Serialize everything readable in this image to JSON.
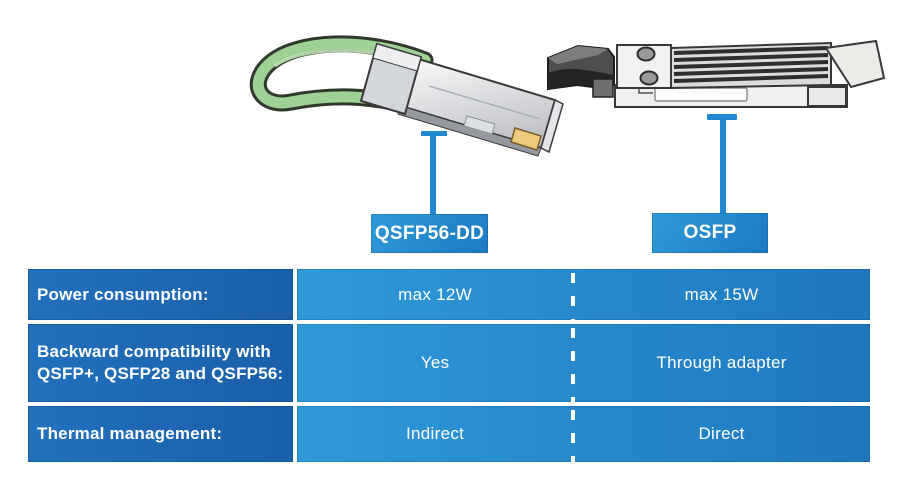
{
  "page": {
    "background": "#ffffff"
  },
  "modules": {
    "left": {
      "label": "QSFP56-DD",
      "image": "qsfp56-dd-transceiver-illustration"
    },
    "right": {
      "label": "OSFP",
      "image": "osfp-transceiver-illustration"
    }
  },
  "comparison_table": {
    "rows": [
      {
        "label_lines": [
          "Power consumption:"
        ],
        "values": [
          "max 12W",
          "max 15W"
        ]
      },
      {
        "label_lines": [
          "Backward compatibility with",
          "QSFP+, QSFP28 and QSFP56:"
        ],
        "values": [
          "Yes",
          "Through adapter"
        ]
      },
      {
        "label_lines": [
          "Thermal management:"
        ],
        "values": [
          "Indirect",
          "Direct"
        ]
      }
    ]
  },
  "colors": {
    "row_header_bg": "#1d66b2",
    "value_band_left": "#2f9ad9",
    "value_band_right": "#1e77bf",
    "module_label_bg": "#1f8bce",
    "connector_blue": "#2187d3",
    "dash_divider": "#ffffff",
    "text": "#ffffff",
    "pull_tab_green": "#9fd096"
  }
}
